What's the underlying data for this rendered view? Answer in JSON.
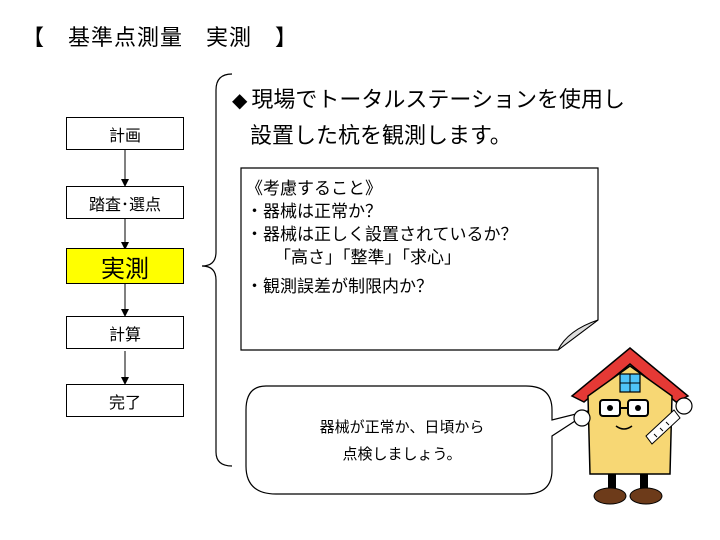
{
  "title": "【　基準点測量　実測　】",
  "flow": {
    "steps": [
      {
        "label": "計画",
        "active": false
      },
      {
        "label": "踏査･選点",
        "active": false
      },
      {
        "label": "実測",
        "active": true
      },
      {
        "label": "計算",
        "active": false
      },
      {
        "label": "完了",
        "active": false
      }
    ]
  },
  "description": {
    "marker": "◆",
    "line1": "現場でトータルステーションを使用し",
    "line2": "設置した杭を観測します。"
  },
  "considerations": {
    "heading": "《考慮すること》",
    "items": [
      "・器械は正常か？",
      "・器械は正しく設置されているか？",
      "「高さ」「整準」「求心」",
      "・観測誤差が制限内か？"
    ]
  },
  "speech_bubble": {
    "line1": "器械が正常か、日頃から",
    "line2": "点検しましょう。"
  },
  "colors": {
    "active_step": "#ffff00",
    "house_roof": "#e53935",
    "house_body": "#f7d774",
    "shoes": "#6d3b1a"
  }
}
